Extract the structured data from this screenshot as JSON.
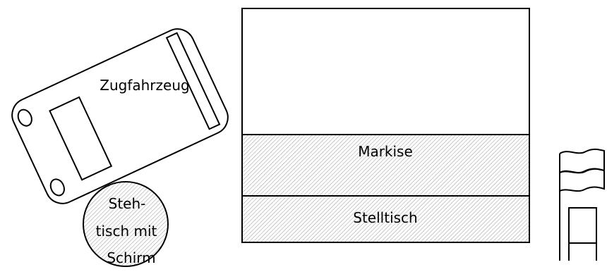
{
  "labels": {
    "vehicle": "Zugfahrzeug",
    "awning": "Markise",
    "counter": "Stelltisch",
    "table_line1": "Steh-",
    "table_line2": "tisch mit",
    "table_line3": "Schirm"
  },
  "colors": {
    "stroke": "#000000",
    "hatch": "#9a9a9a",
    "background": "#ffffff"
  },
  "icons": [
    "flag-icon",
    "chair-icon"
  ]
}
